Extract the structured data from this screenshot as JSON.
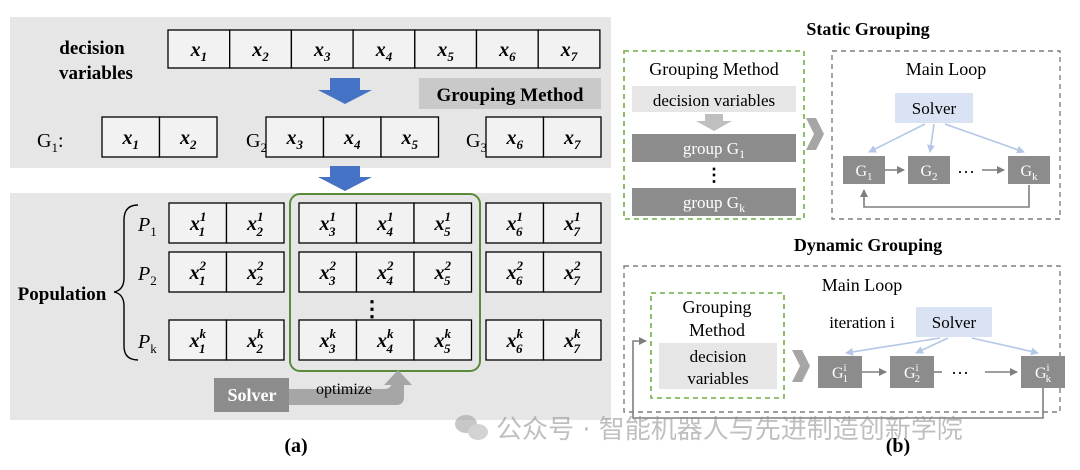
{
  "panel_a": {
    "decision_label_line1": "decision",
    "decision_label_line2": "variables",
    "variables": [
      {
        "base": "x",
        "sub": "1"
      },
      {
        "base": "x",
        "sub": "2"
      },
      {
        "base": "x",
        "sub": "3"
      },
      {
        "base": "x",
        "sub": "4"
      },
      {
        "base": "x",
        "sub": "5"
      },
      {
        "base": "x",
        "sub": "6"
      },
      {
        "base": "x",
        "sub": "7"
      }
    ],
    "grouping_method_label": "Grouping Method",
    "groups": [
      {
        "label": "G",
        "label_sub": "1",
        "vars": [
          {
            "base": "x",
            "sub": "1"
          },
          {
            "base": "x",
            "sub": "2"
          }
        ]
      },
      {
        "label": "G",
        "label_sub": "2",
        "vars": [
          {
            "base": "x",
            "sub": "3"
          },
          {
            "base": "x",
            "sub": "4"
          },
          {
            "base": "x",
            "sub": "5"
          }
        ]
      },
      {
        "label": "G",
        "label_sub": "3",
        "vars": [
          {
            "base": "x",
            "sub": "6"
          },
          {
            "base": "x",
            "sub": "7"
          }
        ]
      }
    ],
    "population_label": "Population",
    "population_rows": [
      {
        "label": "P",
        "label_sub": "1",
        "sup": "1"
      },
      {
        "label": "P",
        "label_sub": "2",
        "sup": "2"
      },
      {
        "label": "P",
        "label_sub": "k",
        "sup": "k"
      }
    ],
    "ellipsis": "⋮",
    "solver_label": "Solver",
    "optimize_label": "optimize",
    "caption": "(a)"
  },
  "panel_b": {
    "static_title": "Static Grouping",
    "static_grouping_method": "Grouping Method",
    "static_decision_variables": "decision variables",
    "group_label_text": "group G",
    "group_first_sub": "1",
    "group_last_sub": "k",
    "static_ellipsis": "⋮",
    "static_main_loop": "Main Loop",
    "static_solver": "Solver",
    "static_nodes": [
      {
        "base": "G",
        "sub": "1"
      },
      {
        "base": "G",
        "sub": "2"
      },
      {
        "base": "G",
        "sub": "k"
      }
    ],
    "static_dots": "···",
    "dynamic_title": "Dynamic Grouping",
    "dynamic_main_loop": "Main Loop",
    "dynamic_grouping_method_line1": "Grouping",
    "dynamic_grouping_method_line2": "Method",
    "dynamic_decision_line1": "decision",
    "dynamic_decision_line2": "variables",
    "iteration_label": "iteration i",
    "dynamic_solver": "Solver",
    "dynamic_nodes": [
      {
        "base": "G",
        "sup": "i",
        "sub": "1"
      },
      {
        "base": "G",
        "sup": "i",
        "sub": "2"
      },
      {
        "base": "G",
        "sup": "i",
        "sub": "k"
      }
    ],
    "dynamic_dots": "···",
    "caption": "(b)"
  },
  "watermark": "公众号 · 智能机器人与先进制造创新学院",
  "colors": {
    "panel_gray": "#e6e6e6",
    "cell_fill": "#f2f2f2",
    "dark_gray": "#8c8c8c",
    "blue_arrow": "#4472c4",
    "green": "#5a8a3a",
    "dash_green": "#70ad47",
    "solver_blue": "#dae3f3"
  }
}
